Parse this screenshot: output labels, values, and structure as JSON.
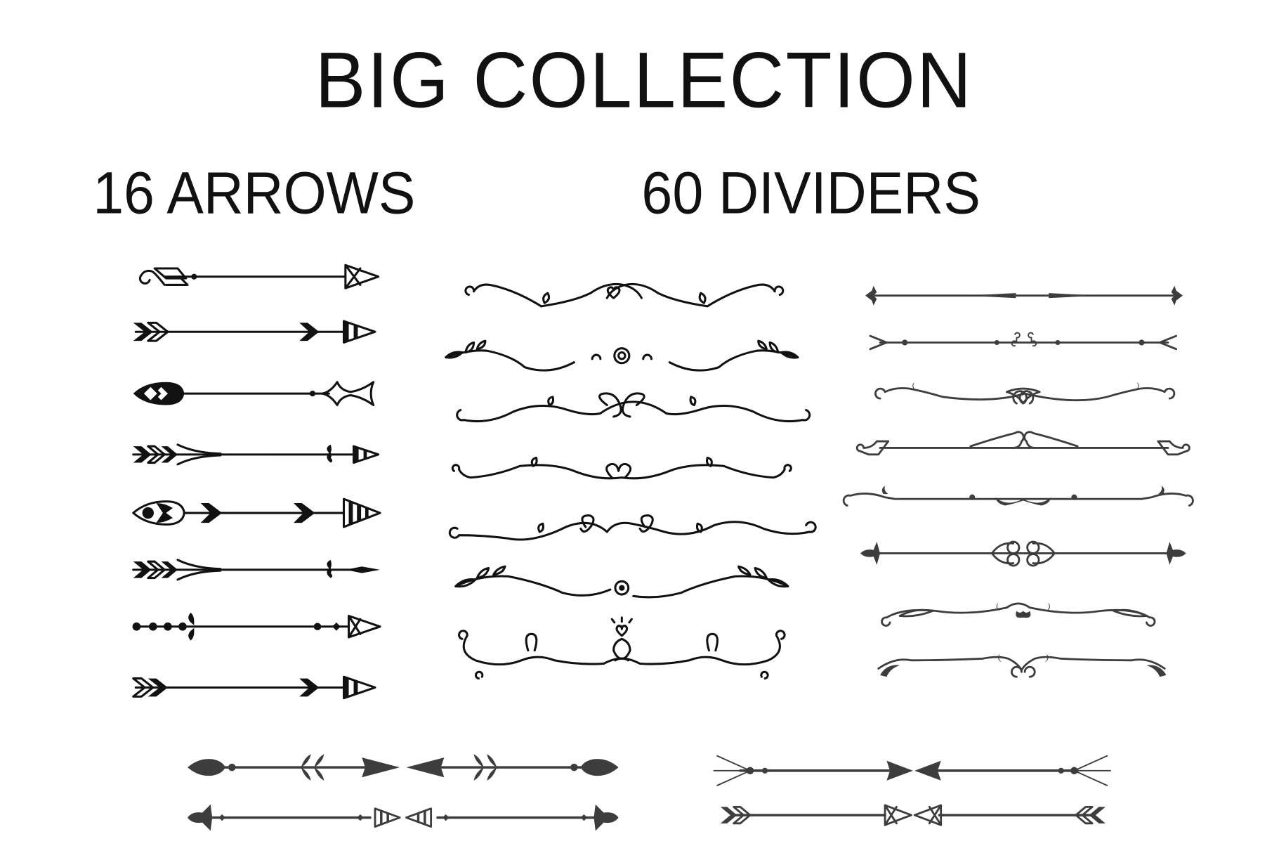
{
  "heading": {
    "title": "BIG COLLECTION",
    "left_subtitle": "16 ARROWS",
    "right_subtitle": "60 DIVIDERS"
  },
  "colors": {
    "background": "#ffffff",
    "ink_black": "#111111",
    "ink_gray": "#3d3d3d"
  },
  "arrows_column": {
    "count_shown": 8,
    "items": [
      {
        "icon": "arrow-swirl-fletch-x-tip-icon"
      },
      {
        "icon": "arrow-chevron-fletch-striped-tip-icon"
      },
      {
        "icon": "arrow-feather-fishtail-tip-icon"
      },
      {
        "icon": "arrow-triple-chevron-scroll-striped-tip-icon"
      },
      {
        "icon": "arrow-eye-feather-double-chevron-icon"
      },
      {
        "icon": "arrow-triple-chevron-scroll-spear-tip-icon"
      },
      {
        "icon": "arrow-beaded-x-tip-icon"
      },
      {
        "icon": "arrow-chevron-fletch-striped-tip-2-icon"
      }
    ]
  },
  "dividers_middle": {
    "count_shown": 7,
    "items": [
      {
        "icon": "divider-heart-swirl-icon"
      },
      {
        "icon": "divider-laurel-rose-icon"
      },
      {
        "icon": "divider-loop-knot-icon"
      },
      {
        "icon": "divider-swirl-heart-icon"
      },
      {
        "icon": "divider-loop-ribbon-icon"
      },
      {
        "icon": "divider-laurel-bud-icon"
      },
      {
        "icon": "divider-curl-shine-heart-icon"
      }
    ]
  },
  "dividers_right": {
    "count_shown": 8,
    "items": [
      {
        "icon": "divider-fleur-taper-icon"
      },
      {
        "icon": "divider-fork-scroll-icon"
      },
      {
        "icon": "divider-scroll-heart-loop-icon"
      },
      {
        "icon": "divider-fletch-scroll-icon"
      },
      {
        "icon": "divider-curl-dot-bracket-icon"
      },
      {
        "icon": "divider-fleur-rings-icon"
      },
      {
        "icon": "divider-infinity-heart-icon"
      },
      {
        "icon": "divider-flourish-curl-icon"
      }
    ]
  },
  "bottom_arrows": {
    "items": [
      {
        "icon": "double-arrow-leaf-icon"
      },
      {
        "icon": "double-arrow-fleur-triangle-icon"
      },
      {
        "icon": "double-arrow-trident-icon"
      },
      {
        "icon": "double-arrow-chevron-x-tip-icon"
      }
    ]
  }
}
